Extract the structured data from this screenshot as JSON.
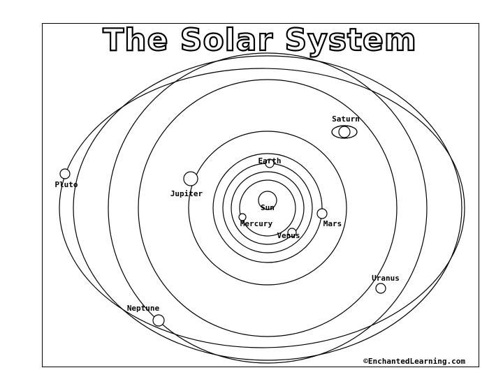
{
  "title": "The Solar System",
  "credit": "©EnchantedLearning.com",
  "bodies": {
    "sun": "Sun",
    "mercury": "Mercury",
    "venus": "Venus",
    "earth": "Earth",
    "mars": "Mars",
    "jupiter": "Jupiter",
    "saturn": "Saturn",
    "uranus": "Uranus",
    "neptune": "Neptune",
    "pluto": "Pluto"
  }
}
